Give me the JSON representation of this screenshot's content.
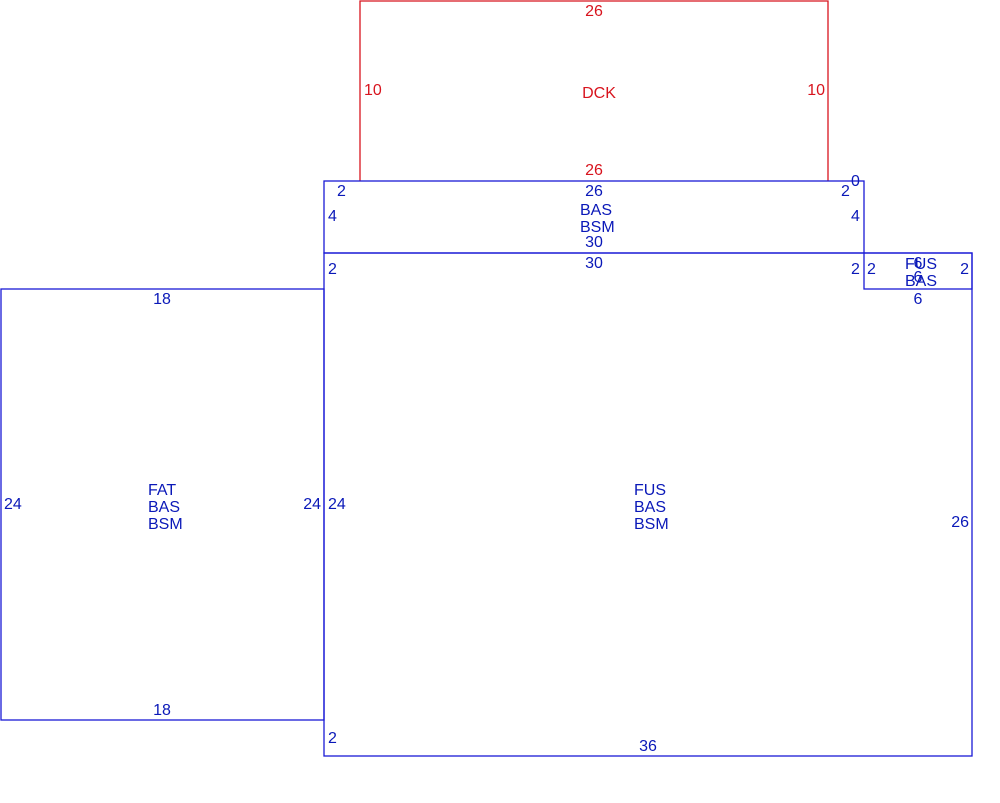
{
  "colors": {
    "structure": "#1a1ad6",
    "deck": "#d8141e"
  },
  "areas": {
    "dck": {
      "label": "DCK",
      "dims": {
        "top": "26",
        "bottom": "26",
        "left": "10",
        "right": "10"
      }
    },
    "bas_top": {
      "label1": "BAS",
      "label2": "BSM",
      "dims": {
        "top": "26",
        "bottom": "30",
        "left": "4",
        "right": "4",
        "corner_tl": "2",
        "corner_tr": "2",
        "corner_tr2": "0"
      }
    },
    "fat": {
      "label1": "FAT",
      "label2": "BAS",
      "label3": "BSM",
      "dims": {
        "top": "18",
        "bottom": "18",
        "left": "24",
        "right": "24"
      }
    },
    "fus_main": {
      "label1": "FUS",
      "label2": "BAS",
      "label3": "BSM",
      "dims": {
        "top": "30",
        "bottom": "36",
        "left": "24",
        "right": "26",
        "corner_tl": "2",
        "corner_tr": "2",
        "corner_bl": "2"
      }
    },
    "fus_small": {
      "label1": "FUS",
      "label2": "BAS",
      "dims": {
        "top": "6",
        "bottom": "6",
        "left": "2",
        "right": "2",
        "mid": "6"
      }
    }
  }
}
